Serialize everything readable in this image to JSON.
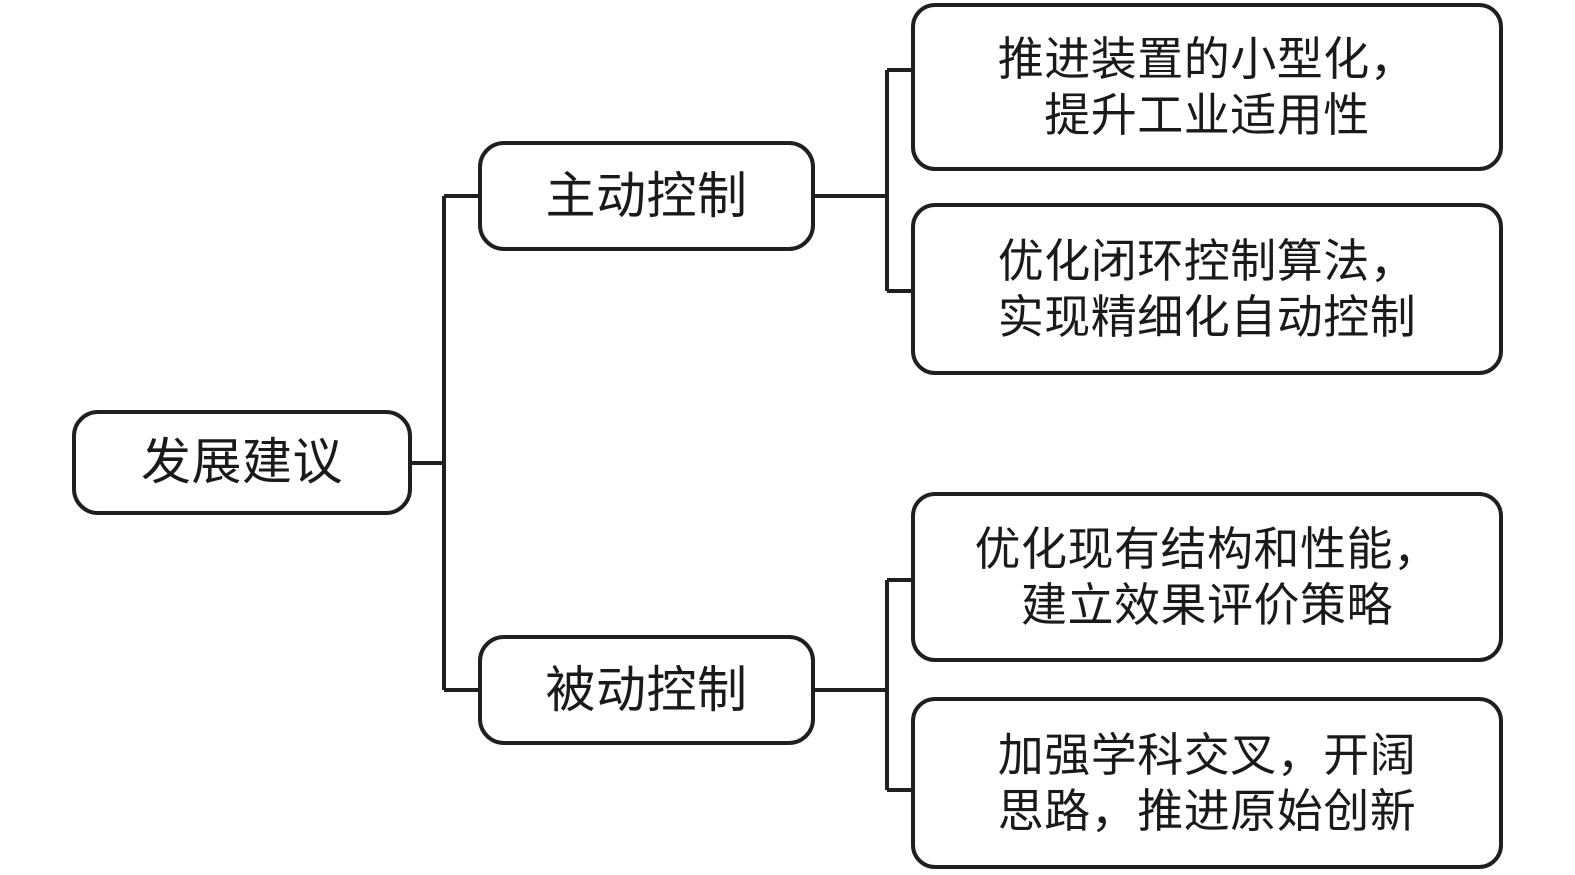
{
  "diagram": {
    "type": "tree-mindmap",
    "orientation": "left-to-right",
    "stroke_color": "#1f1f1f",
    "text_color": "#1a1a1a",
    "background_color": "#ffffff",
    "root": {
      "label": "发展建议"
    },
    "branches": [
      {
        "id": "active-control",
        "label": "主动控制",
        "leaves": [
          {
            "id": "leaf-miniaturization",
            "label": "推进装置的小型化，\n提升工业适用性"
          },
          {
            "id": "leaf-closed-loop",
            "label": "优化闭环控制算法，\n实现精细化自动控制"
          }
        ]
      },
      {
        "id": "passive-control",
        "label": "被动控制",
        "leaves": [
          {
            "id": "leaf-structure-performance",
            "label": "优化现有结构和性能，\n建立效果评价策略"
          },
          {
            "id": "leaf-interdisciplinary",
            "label": "加强学科交叉，开阔\n思路，推进原始创新"
          }
        ]
      }
    ]
  }
}
